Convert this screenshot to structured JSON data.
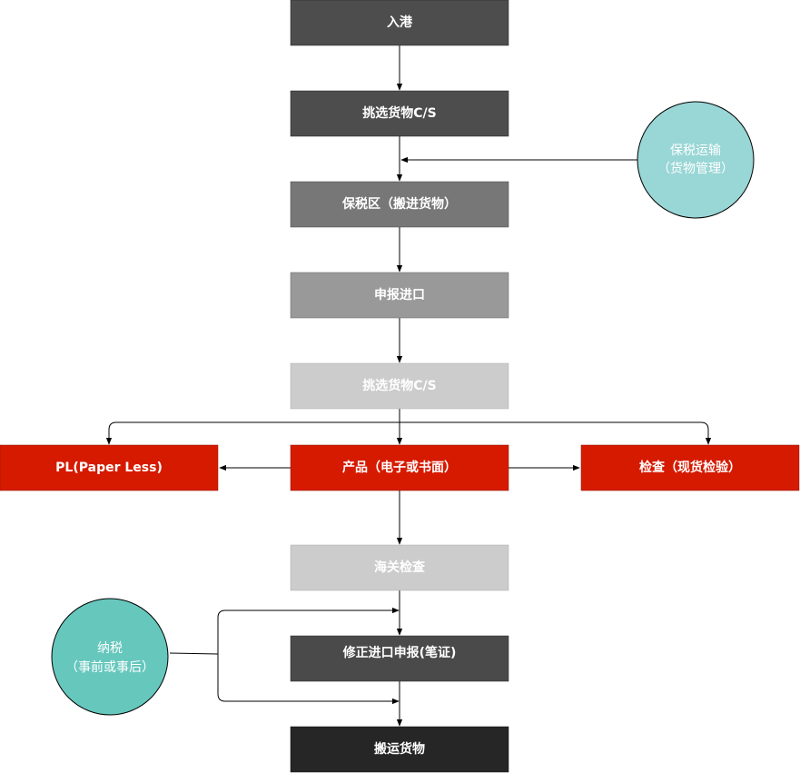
{
  "nodes": {
    "arrival": {
      "label": "入港",
      "fill": "#4d4d4d",
      "text_color": "#ffffff"
    },
    "select1": {
      "label": "挑选货物C/S",
      "fill": "#4d4d4d",
      "text_color": "#ffffff"
    },
    "bonded_area": {
      "label": "保税区（搬进货物）",
      "fill": "#777777",
      "text_color": "#ffffff"
    },
    "declare_import": {
      "label": "申报进口",
      "fill": "#999999",
      "text_color": "#ffffff"
    },
    "select2": {
      "label": "挑选货物C/S",
      "fill": "#cccccc",
      "text_color": "#ffffff"
    },
    "product": {
      "label": "产品（电子或书面）",
      "fill": "#d61a00",
      "text_color": "#ffffff"
    },
    "paperless": {
      "label": "PL(Paper Less)",
      "fill": "#d61a00",
      "text_color": "#ffffff"
    },
    "inspection": {
      "label": "检查（现货检验）",
      "fill": "#d61a00",
      "text_color": "#ffffff"
    },
    "customs_check": {
      "label": "海关检查",
      "fill": "#cccccc",
      "text_color": "#ffffff"
    },
    "amend_declaration": {
      "label": "修正进口申报(笔证)",
      "fill": "#4a4a4a",
      "text_color": "#ffffff"
    },
    "move_goods": {
      "label": "搬运货物",
      "fill": "#262626",
      "text_color": "#ffffff"
    }
  },
  "circles": {
    "bonded_transport": {
      "line1": "保税运输",
      "line2": "（货物管理）",
      "fill": "#99d6d6",
      "stroke": "#000000",
      "text_color": "#ffffff"
    },
    "tax_payment": {
      "line1": "纳税",
      "line2": "（事前或事后）",
      "fill": "#66c7bd",
      "stroke": "#000000",
      "text_color": "#ffffff"
    }
  },
  "edge_color": "#000000"
}
